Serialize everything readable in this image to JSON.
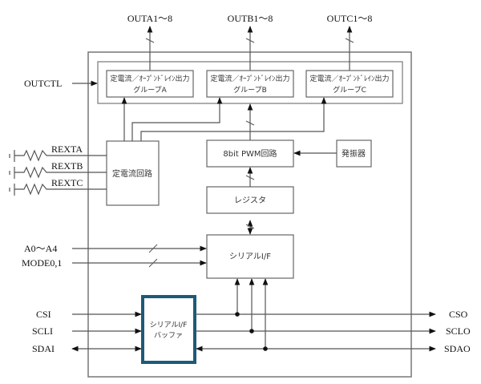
{
  "diagram": {
    "type": "block-diagram",
    "colors": {
      "line": "#555555",
      "highlight": "#1e5a78",
      "text": "#111111"
    },
    "outputs_top": [
      {
        "id": "outa",
        "label": "OUTA1～8"
      },
      {
        "id": "outb",
        "label": "OUTB1～8"
      },
      {
        "id": "outc",
        "label": "OUTC1～8"
      }
    ],
    "output_groups": [
      {
        "id": "grpA",
        "line1": "定電流／ｵｰﾌﾟﾝﾄﾞﾚｲﾝ出力",
        "line2": "グループA"
      },
      {
        "id": "grpB",
        "line1": "定電流／ｵｰﾌﾟﾝﾄﾞﾚｲﾝ出力",
        "line2": "グループB"
      },
      {
        "id": "grpC",
        "line1": "定電流／ｵｰﾌﾟﾝﾄﾞﾚｲﾝ出力",
        "line2": "グループC"
      }
    ],
    "left_inputs": {
      "outctl": "OUTCTL",
      "rext": [
        "REXTA",
        "REXTB",
        "REXTC"
      ],
      "address": "A0～A4",
      "mode": "MODE0,1",
      "csi": "CSI",
      "scli": "SCLI",
      "sdai": "SDAI"
    },
    "right_outputs": {
      "cso": "CSO",
      "sclo": "SCLO",
      "sdao": "SDAO"
    },
    "blocks": {
      "constant_current": "定電流回路",
      "pwm": "8bit PWM回路",
      "oscillator": "発振器",
      "register": "レジスタ",
      "serial_if": "シリアルI/F",
      "buffer_line1": "シリアルI/F",
      "buffer_line2": "バッファ"
    }
  }
}
